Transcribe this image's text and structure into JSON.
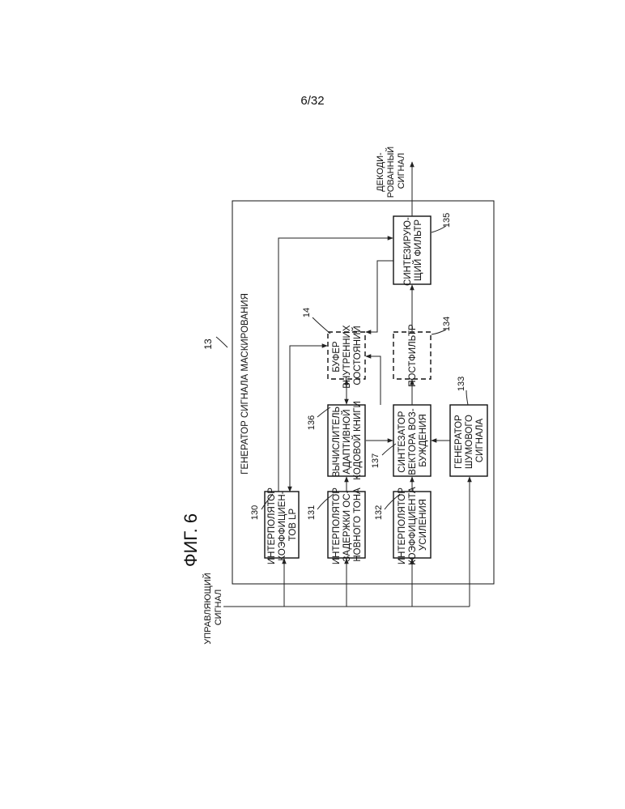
{
  "page_number": "6/32",
  "figure_title": "ФИГ. 6",
  "ref_main": "13",
  "generator_label": "ГЕНЕРАТОР СИГНАЛА МАСКИРОВАНИЯ",
  "input_label": [
    "УПРАВЛЯЮЩИЙ",
    "СИГНАЛ"
  ],
  "output_label": [
    "ДЕКОДИ-",
    "РОВАННЫЙ",
    "СИГНАЛ"
  ],
  "blocks": {
    "lp_interpolator": {
      "ref": "130",
      "lines": [
        "ИНТЕРПОЛЯТОР",
        "КОЭФФИЦИЕН-",
        "ТОВ LP"
      ]
    },
    "pitch_interpolator": {
      "ref": "131",
      "lines": [
        "ИНТЕРПОЛЯТОР",
        "ЗАДЕРЖКИ ОС-",
        "НОВНОГО ТОНА"
      ]
    },
    "gain_interpolator": {
      "ref": "132",
      "lines": [
        "ИНТЕРПОЛЯТОР",
        "КОЭФФИЦИЕНТА",
        "УСИЛЕНИЯ"
      ]
    },
    "noise_generator": {
      "ref": "133",
      "lines": [
        "ГЕНЕРАТОР",
        "ШУМОВОГО",
        "СИГНАЛА"
      ]
    },
    "postfilter": {
      "ref": "134",
      "lines": [
        "ПОСТФИЛЬТР"
      ]
    },
    "synthesis_filter": {
      "ref": "135",
      "lines": [
        "СИНТЕЗИРУЮ-",
        "ЩИЙ ФИЛЬТР"
      ]
    },
    "adaptive_codebook": {
      "ref": "136",
      "lines": [
        "ВЫЧИСЛИТЕЛЬ",
        "АДАПТИВНОЙ",
        "КОДОВОЙ КНИГИ"
      ]
    },
    "excitation_synth": {
      "ref": "137",
      "lines": [
        "СИНТЕЗАТОР",
        "ВЕКТОРА ВОЗ-",
        "БУЖДЕНИЯ"
      ]
    },
    "state_buffer": {
      "ref": "14",
      "lines": [
        "БУФЕР",
        "ВНУТРЕННИХ",
        "СОСТОЯНИЙ"
      ]
    }
  }
}
